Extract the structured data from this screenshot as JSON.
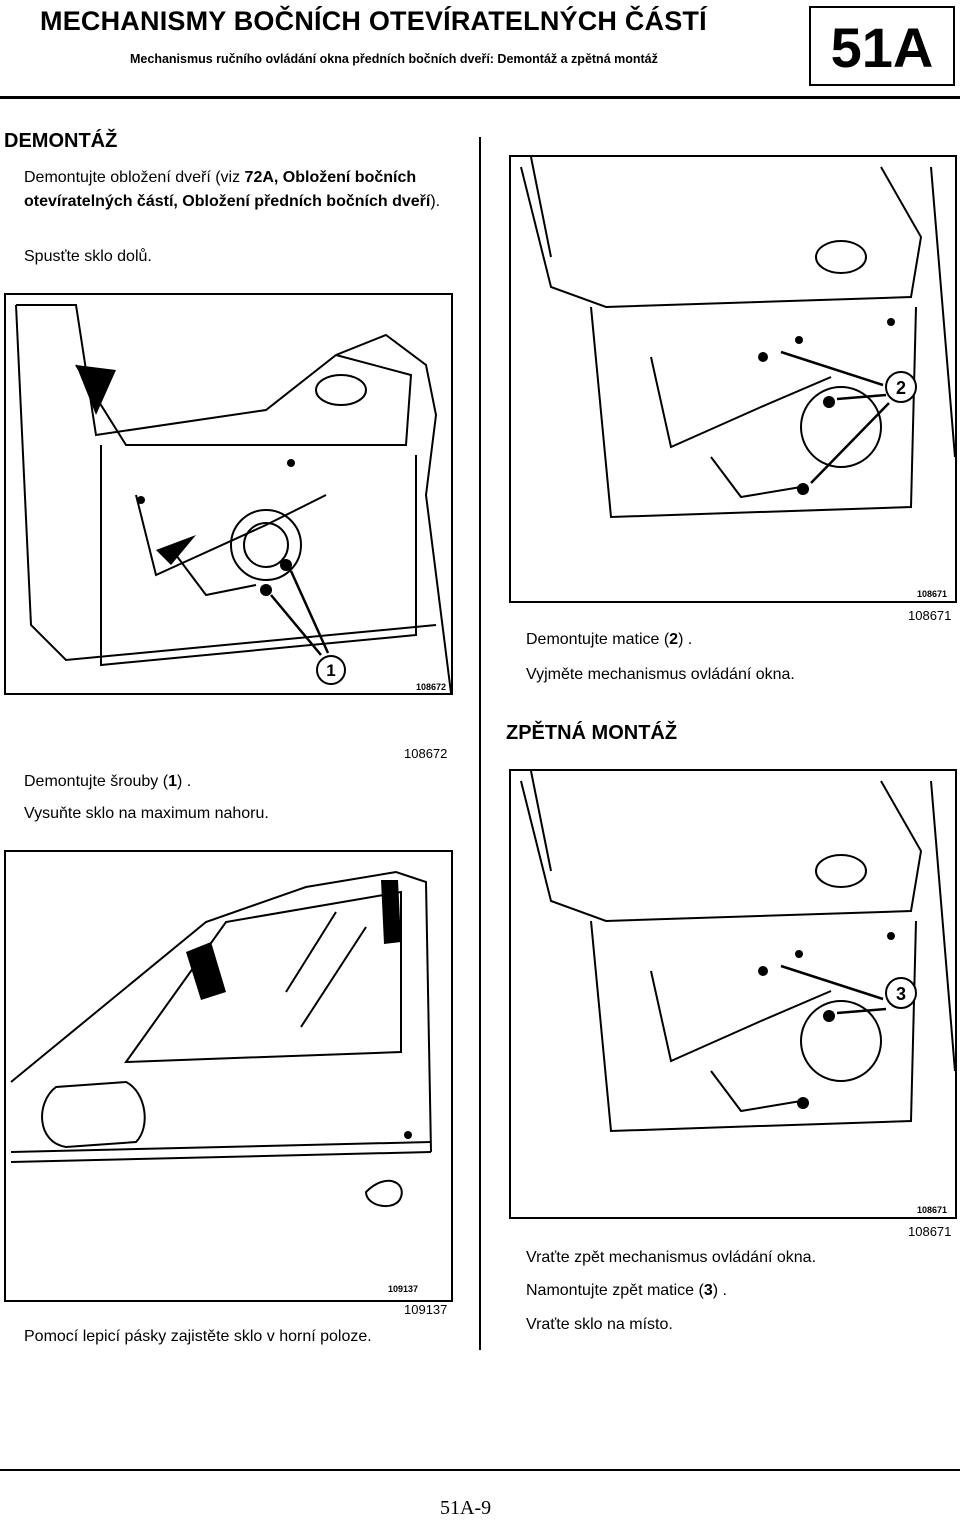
{
  "header": {
    "title": "MECHANISMY BOČNÍCH OTEVÍRATELNÝCH ČÁSTÍ",
    "subtitle": "Mechanismus ručního ovládání okna předních bočních dveří: Demontáž a zpětná montáž",
    "code": "51A"
  },
  "removal": {
    "heading": "DEMONTÁŽ",
    "step1_prefix": "Demontujte obložení dveří (viz ",
    "step1_ref": "72A, Obložení bočních otevíratelných částí, Obložení předních bočních dveří",
    "step1_suffix": ").",
    "step2": "Spusťte sklo dolů.",
    "fig1_id": "108672",
    "fig1_ref": "108672",
    "fig1_label": "1",
    "step3_prefix": "Demontujte šrouby (",
    "step3_num": "1",
    "step3_suffix": ") .",
    "step4": "Vysuňte sklo na maximum nahoru.",
    "fig2_id": "109137",
    "fig2_ref": "109137",
    "step5": "Pomocí lepicí pásky zajistěte sklo v horní poloze.",
    "fig3_id": "108671",
    "fig3_ref": "108671",
    "fig3_label": "2",
    "step6_prefix": "Demontujte matice (",
    "step6_num": "2",
    "step6_suffix": ") .",
    "step7": "Vyjměte mechanismus ovládání okna."
  },
  "refit": {
    "heading": "ZPĚTNÁ MONTÁŽ",
    "fig4_id": "108671",
    "fig4_ref": "108671",
    "fig4_label": "3",
    "step1": "Vraťte zpět mechanismus ovládání okna.",
    "step2_prefix": "Namontujte zpět matice (",
    "step2_num": "3",
    "step2_suffix": ") .",
    "step3": "Vraťte sklo na místo."
  },
  "footer": {
    "page": "51A-9"
  }
}
